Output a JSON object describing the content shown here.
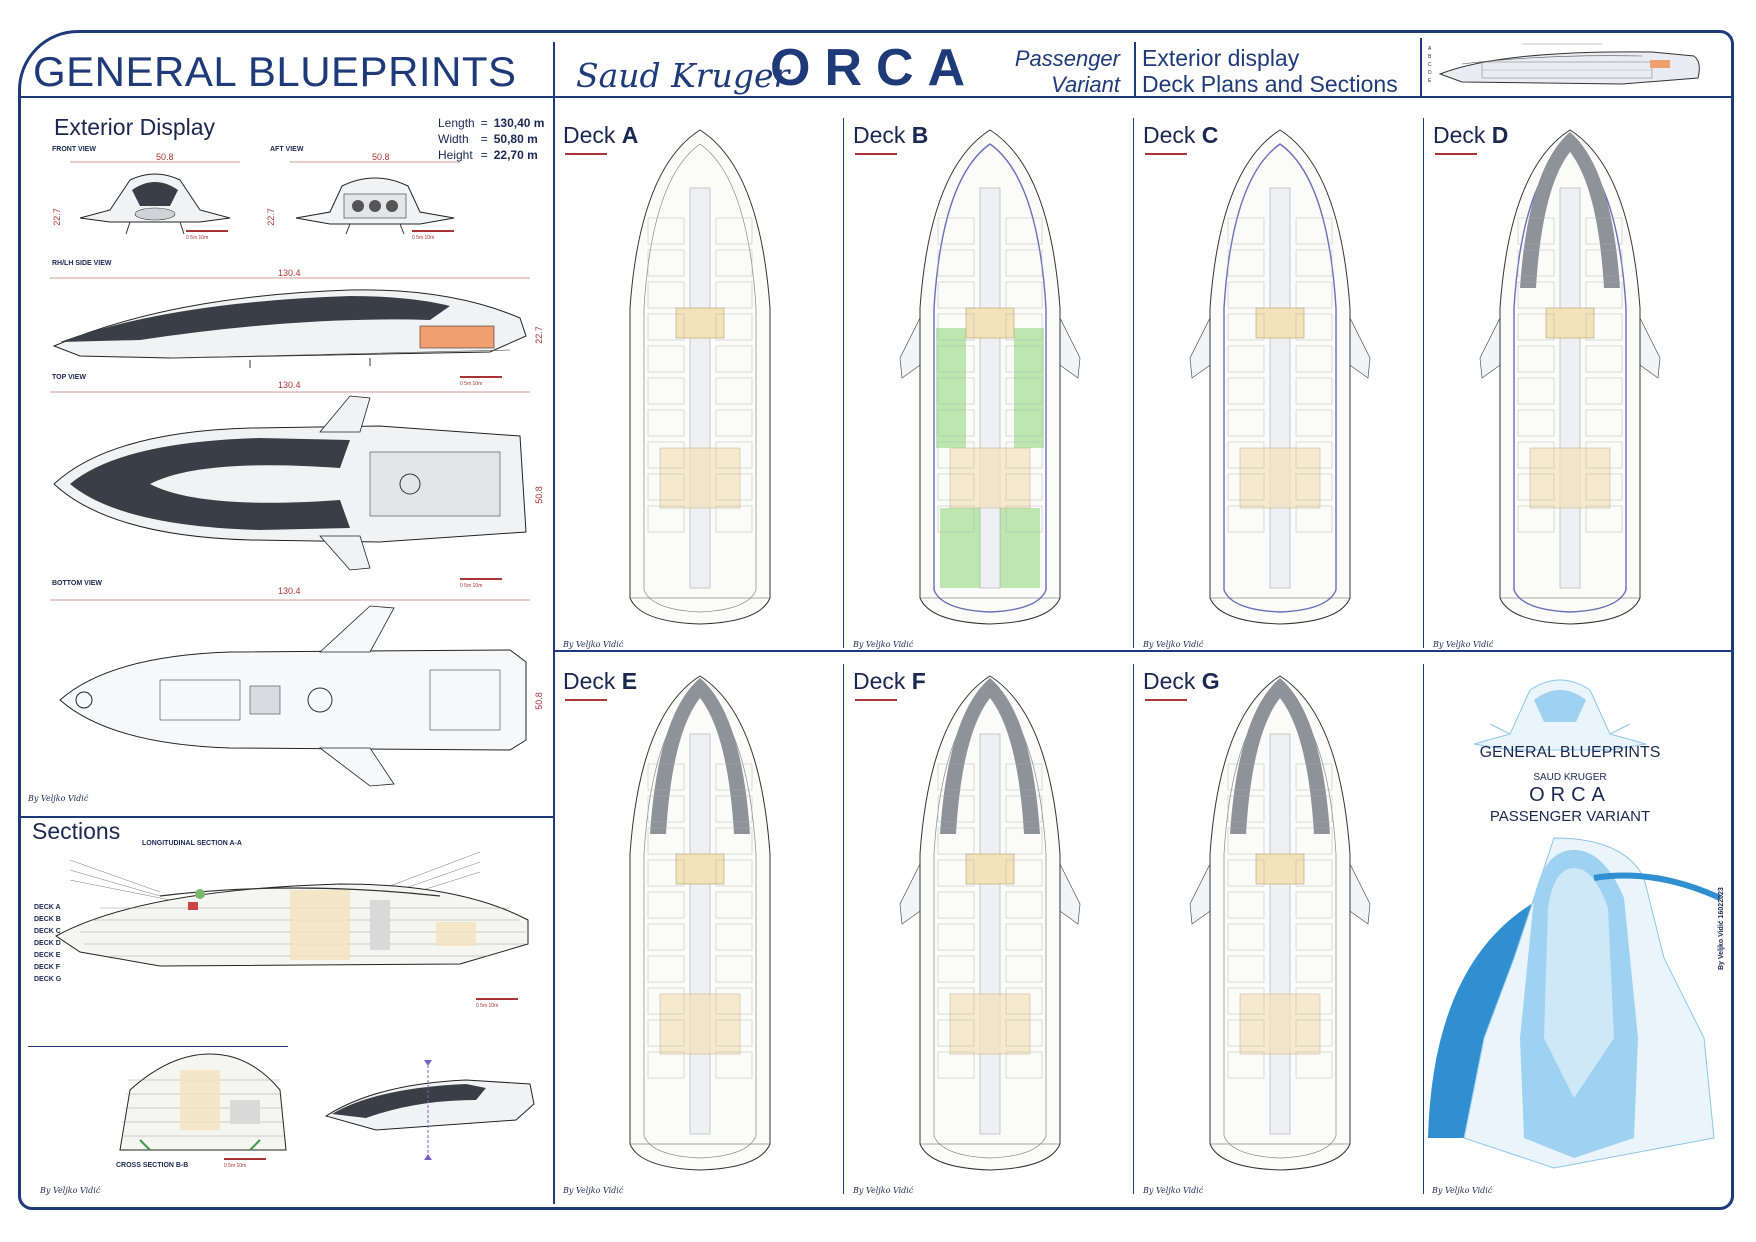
{
  "header": {
    "title": "GENERAL BLUEPRINTS",
    "brand": "Saud Kruger",
    "ship": "ORCA",
    "variant_line1": "Passenger",
    "variant_line2": "Variant",
    "right_line1": "Exterior display",
    "right_line2": "Deck Plans and Sections"
  },
  "exterior": {
    "title": "Exterior Display",
    "views": {
      "front": "FRONT VIEW",
      "aft": "AFT VIEW",
      "side": "RH/LH SIDE VIEW",
      "top": "TOP VIEW",
      "bottom": "BOTTOM VIEW"
    },
    "dims": {
      "length_label": "Length",
      "length_value": "130,40 m",
      "width_label": "Width",
      "width_value": "50,80 m",
      "height_label": "Height",
      "height_value": "22,70 m"
    },
    "dim_numbers": {
      "front_width": "50.8",
      "aft_width": "50.8",
      "front_height": "22.7",
      "aft_height": "22.7",
      "side_length": "130.4",
      "side_height": "22.7",
      "top_length": "130.4",
      "top_width": "50.8",
      "bottom_length": "130.4",
      "bottom_width": "50.8"
    },
    "signature": "By Veljko Vidić"
  },
  "sections": {
    "title": "Sections",
    "longitudinal": "LONGITUDINAL SECTION A-A",
    "cross": "CROSS SECTION B-B",
    "signature": "By Veljko Vidić",
    "deck_letters": [
      "DECK A",
      "DECK B",
      "DECK C",
      "DECK D",
      "DECK E",
      "DECK F",
      "DECK G"
    ]
  },
  "decks": [
    {
      "prefix": "Deck ",
      "letter": "A",
      "signature": "By Veljko Vidić"
    },
    {
      "prefix": "Deck ",
      "letter": "B",
      "signature": "By Veljko Vidić"
    },
    {
      "prefix": "Deck ",
      "letter": "C",
      "signature": "By Veljko Vidić"
    },
    {
      "prefix": "Deck ",
      "letter": "D",
      "signature": "By Veljko Vidić"
    },
    {
      "prefix": "Deck ",
      "letter": "E",
      "signature": "By Veljko Vidić"
    },
    {
      "prefix": "Deck ",
      "letter": "F",
      "signature": "By Veljko Vidić"
    },
    {
      "prefix": "Deck ",
      "letter": "G",
      "signature": "By Veljko Vidić"
    }
  ],
  "cover": {
    "line1": "GENERAL BLUEPRINTS",
    "line2": "SAUD KRUGER",
    "line3": "ORCA",
    "line4": "PASSENGER VARIANT",
    "signature": "By Veljko Vidić",
    "vertical_sign": "By Veljko Vidić 16022023"
  },
  "colors": {
    "frame": "#1e3a78",
    "accent_orange": "#f0a070",
    "hull_dark": "#3a3f47",
    "cover_blue": "#2f8fd0",
    "deck_green": "#b7e3a8"
  }
}
